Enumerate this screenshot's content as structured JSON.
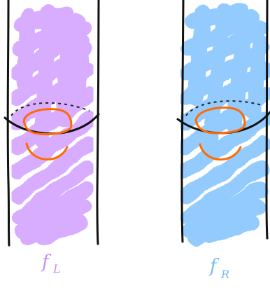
{
  "diagram": {
    "panels": [
      {
        "label_main": "f",
        "label_sub": "L",
        "fill_color": "#d6a8ff",
        "label_color": "#c58cf5"
      },
      {
        "label_main": "f",
        "label_sub": "R",
        "fill_color": "#8ec9ff",
        "label_color": "#7abaf0"
      }
    ],
    "colors": {
      "ink": "#111111",
      "loop": "#ff6b00",
      "dash": "#222222"
    }
  }
}
